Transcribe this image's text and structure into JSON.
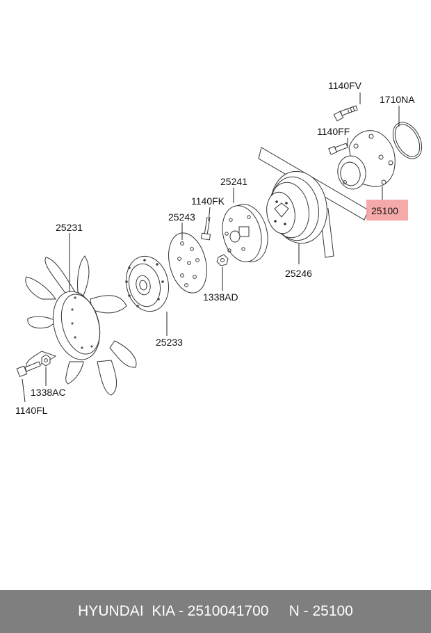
{
  "labels": {
    "p25231": "25231",
    "p25243": "25243",
    "p1140FK": "1140FK",
    "p25241": "25241",
    "p1140FV": "1140FV",
    "p1710NA": "1710NA",
    "p1140FF": "1140FF",
    "p25100": "25100",
    "p25246": "25246",
    "p1338AD": "1338AD",
    "p25233": "25233",
    "p1338AC": "1338AC",
    "p1140FL": "1140FL"
  },
  "highlight_color": "#f4a0a0",
  "footer": {
    "text": "HYUNDAI  KIA - 2510041700     N - 25100"
  }
}
